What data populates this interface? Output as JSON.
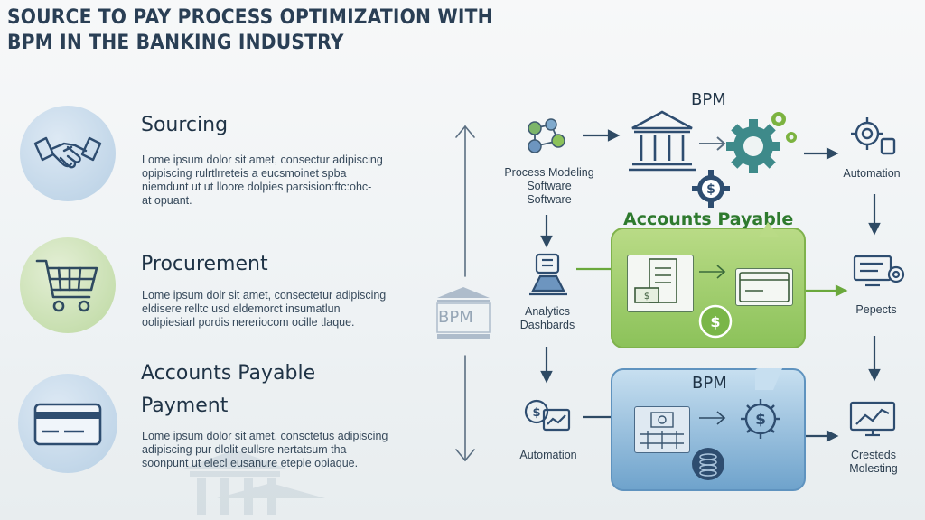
{
  "title": {
    "line1": "SOURCE TO PAY PROCESS OPTIMIZATION WITH",
    "line2": "BPM IN THE BANKING INDUSTRY"
  },
  "sections": [
    {
      "title": "Sourcing",
      "icon": "handshake-icon",
      "lines": [
        "Lome ipsum dolor sit amet, consectur adipiscing",
        "opipiscing rulrtlrreteis a eucsmoinet spba",
        "niemdunt ut ut lloore dolpies parsision:ftc:ohc-",
        "at opuant."
      ]
    },
    {
      "title": "Procurement",
      "icon": "shopping-cart-icon",
      "lines": [
        "Lome ipsum dolr sit amet, consectetur adipiscing",
        "eldisere relltc usd eldemorct insumatlun",
        "oolipiesiarl pordis nereriocom ocille tlaque."
      ]
    },
    {
      "title1": "Accounts Payable",
      "title2": "Payment",
      "icon": "credit-card-icon",
      "lines": [
        "Lome ipsum dolor sit amet, consctetus adipiscing",
        "adipiscing pur dlolit eullsre nertatsum tha",
        "soonpunt ut elecl eusanure etepie opiaque."
      ]
    }
  ],
  "center_label": "BPM",
  "diagram": {
    "bpm_top": "BPM",
    "process_modeling": [
      "Process Modeling",
      "Software",
      "Software"
    ],
    "automation_top": "Automation",
    "accounts_payable": "Accounts Payable",
    "analytics": [
      "Analytics",
      "Dashbards"
    ],
    "pepects": "Pepects",
    "bpm_bottom": "BPM",
    "automation_bottom": "Automation",
    "crested": [
      "Cresteds",
      "Molesting"
    ]
  },
  "colors": {
    "accent_green": "#8cc25a",
    "accent_blue": "#6fa3cc",
    "navy": "#2a3f55",
    "teal_gear": "#3e8a8a"
  }
}
